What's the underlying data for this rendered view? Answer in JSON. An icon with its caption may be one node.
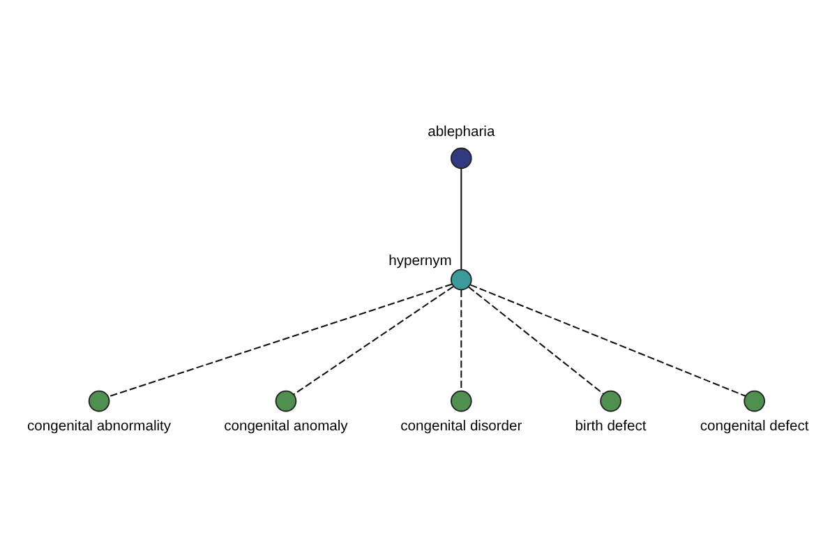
{
  "diagram": {
    "nodes": [
      {
        "text": [],
        "shape": "circle",
        "beside": [
          "congenital abnormality"
        ]
      },
      {
        "text": [],
        "shape": "circle",
        "beside": [
          "ablepharia"
        ]
      },
      {
        "text": [],
        "shape": "circle",
        "beside": [
          "congenital anomaly"
        ]
      },
      {
        "text": [],
        "shape": "circle",
        "beside": [
          "hypernym"
        ]
      },
      {
        "text": [],
        "shape": "circle",
        "beside": [
          "congenital disorder"
        ]
      },
      {
        "text": [],
        "shape": "circle",
        "beside": [
          "birth defect"
        ]
      },
      {
        "text": [],
        "shape": "circle",
        "beside": [
          "congenital defect"
        ]
      }
    ],
    "edges": [
      {
        "from": 1,
        "to": 3,
        "arrow": "none"
      },
      {
        "from": 3,
        "to": 0,
        "arrow": "none",
        "style": "dashed"
      },
      {
        "from": 3,
        "to": 2,
        "arrow": "none",
        "style": "dashed"
      },
      {
        "from": 3,
        "to": 4,
        "arrow": "none",
        "style": "dashed"
      },
      {
        "from": 3,
        "to": 5,
        "arrow": "none",
        "style": "dashed"
      },
      {
        "from": 3,
        "to": 6,
        "arrow": "none",
        "style": "dashed"
      }
    ]
  }
}
